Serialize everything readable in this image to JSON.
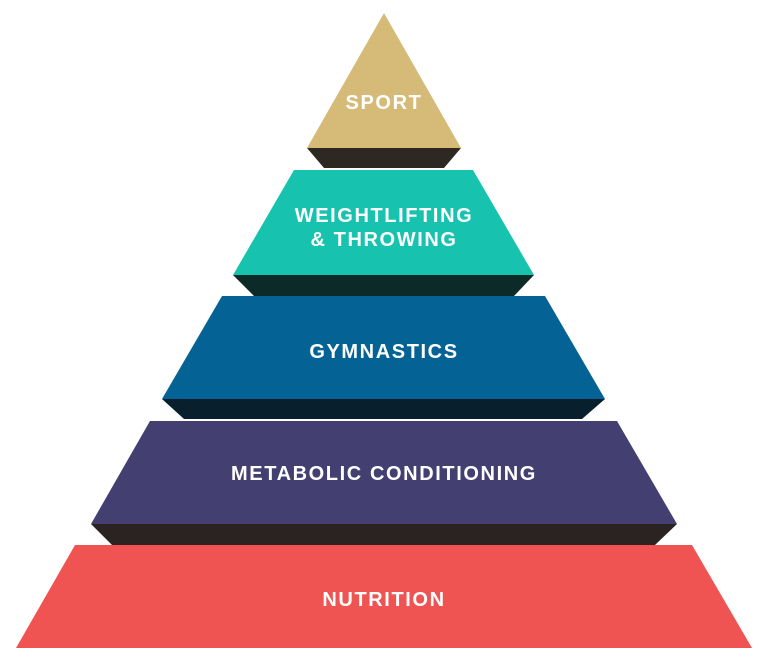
{
  "diagram": {
    "type": "pyramid",
    "tiers": [
      {
        "id": "sport",
        "lines": [
          "SPORT"
        ],
        "face_color": "#D6BB78",
        "shade_color": "#2D2822"
      },
      {
        "id": "weightlifting",
        "lines": [
          "WEIGHTLIFTING",
          "& THROWING"
        ],
        "face_color": "#17C3AE",
        "shade_color": "#0C2B28"
      },
      {
        "id": "gymnastics",
        "lines": [
          "GYMNASTICS"
        ],
        "face_color": "#046394",
        "shade_color": "#08202D"
      },
      {
        "id": "metcon",
        "lines": [
          "METABOLIC CONDITIONING"
        ],
        "face_color": "#433F70",
        "shade_color": "#2A2321"
      },
      {
        "id": "nutrition",
        "lines": [
          "NUTRITION"
        ],
        "face_color": "#EF5452",
        "shade_color": null
      }
    ]
  }
}
